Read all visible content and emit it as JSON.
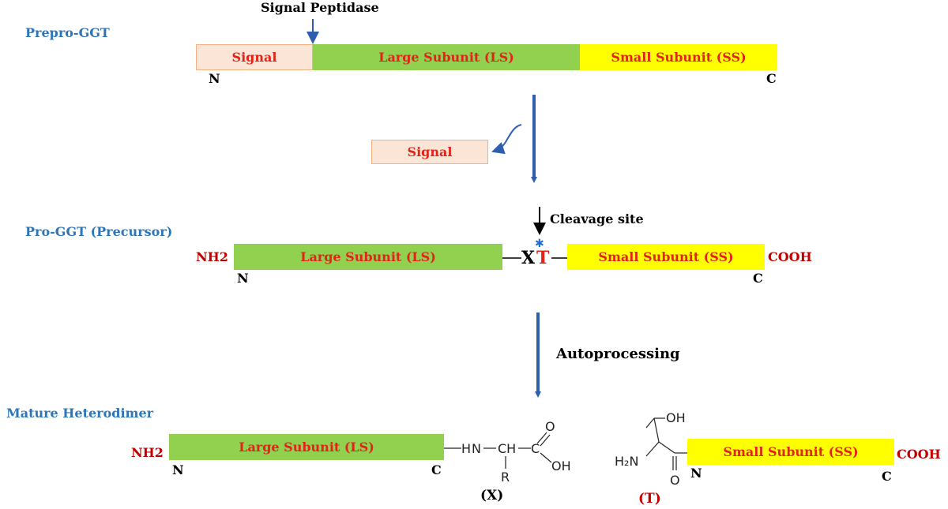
{
  "stage1": {
    "label": "Prepro-GGT",
    "peptidase_label": "Signal Peptidase",
    "signal": "Signal",
    "large": "Large Subunit (LS)",
    "small": "Small Subunit (SS)",
    "n": "N",
    "c": "C"
  },
  "released": {
    "signal": "Signal"
  },
  "stage2": {
    "label": "Pro-GGT (Precursor)",
    "cleavage_label": "Cleavage site",
    "nh2": "NH2",
    "cooh": "COOH",
    "large": "Large Subunit (LS)",
    "small": "Small Subunit (SS)",
    "x": "X",
    "t": "T",
    "n": "N",
    "c": "C"
  },
  "process": {
    "label": "Autoprocessing"
  },
  "stage3": {
    "label": "Mature Heterodimer",
    "nh2": "NH2",
    "cooh": "COOH",
    "large": "Large Subunit (LS)",
    "small": "Small Subunit (SS)",
    "n1": "N",
    "c1": "C",
    "n2": "N",
    "c2": "C",
    "x_label": "(X)",
    "t_label": "(T)",
    "chem_x": {
      "h": "H",
      "n": "N",
      "ch": "CH",
      "c": "C",
      "o": "O",
      "oh": "OH",
      "r": "R"
    },
    "chem_t": {
      "oh": "OH",
      "h2n": "H₂N",
      "o": "O"
    }
  },
  "colors": {
    "stage_label": "#2E75B6",
    "box_text": "#E2231A",
    "signal_fill": "#FBE5D6",
    "large_fill": "#92D050",
    "small_fill": "#FFFF00",
    "arrow": "#2E5FAE",
    "terminal_red": "#C00000"
  }
}
